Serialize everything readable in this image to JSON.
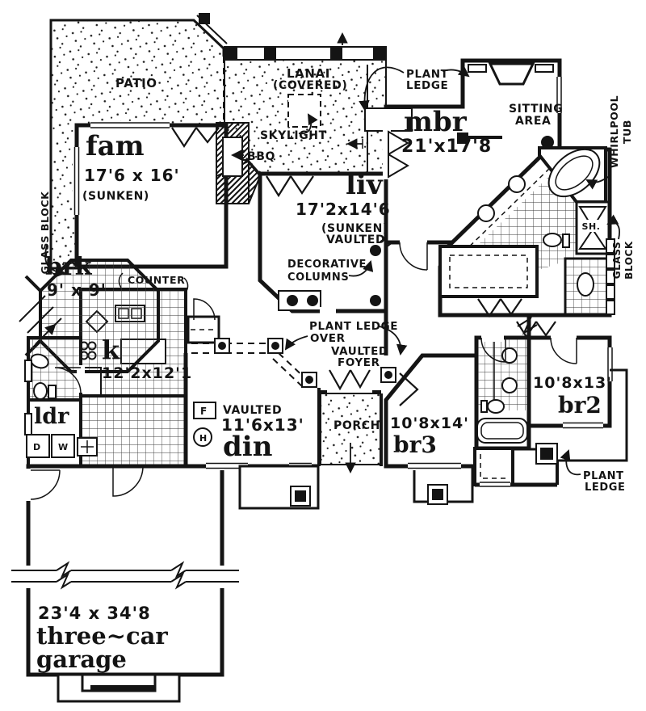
{
  "plan": {
    "rooms": {
      "patio": {
        "name": "PATIO"
      },
      "lanai": {
        "name": "LANAI",
        "name2": "(COVERED)"
      },
      "family": {
        "name": "fam",
        "dims": "17'6 x 16'",
        "note": "(SUNKEN)"
      },
      "breakfast": {
        "name": "brk",
        "dims": "9' x 9'"
      },
      "kitchen": {
        "name": "k",
        "dims": "12'2x12'1"
      },
      "laundry": {
        "name": "ldr"
      },
      "living": {
        "name": "liv",
        "dims": "17'2x14'6",
        "note1": "(SUNKEN)",
        "note2": "VAULTED"
      },
      "master": {
        "name": "mbr",
        "dims": "21'x17'8"
      },
      "sitting": {
        "name1": "SITTING",
        "name2": "AREA"
      },
      "foyer": {
        "name1": "VAULTED",
        "name2": "FOYER"
      },
      "dining": {
        "note": "VAULTED",
        "dims": "11'6x13'",
        "name": "din"
      },
      "porch": {
        "name": "PORCH"
      },
      "bed3": {
        "dims": "10'8x14'",
        "name": "br3"
      },
      "bed2": {
        "dims": "10'8x13'",
        "name": "br2"
      },
      "garage": {
        "dims": "23'4 x 34'8",
        "name1": "three~car",
        "name2": "garage"
      }
    },
    "features": {
      "plant_ledge_top": {
        "line1": "PLANT",
        "line2": "LEDGE"
      },
      "plant_ledge_over": {
        "line1": "PLANT LEDGE",
        "line2": "OVER"
      },
      "plant_ledge_rear": {
        "line1": "PLANT",
        "line2": "LEDGE"
      },
      "decorative_columns": {
        "line1": "DECORATIVE",
        "line2": "COLUMNS"
      },
      "skylight": "SKYLIGHT",
      "bbq": "BBQ",
      "counter": "COUNTER",
      "whirlpool": {
        "line1": "WHIRLPOOL",
        "line2": "TUB"
      },
      "glass_block_left": "GLASS BLOCK",
      "glass_block_right": {
        "line1": "GLASS",
        "line2": "BLOCK"
      },
      "shower": "SH.",
      "dryer": "D",
      "washer": "W",
      "furnace": "F",
      "heater": "H"
    },
    "colors": {
      "ink": "#141414",
      "paper": "#ffffff"
    }
  }
}
